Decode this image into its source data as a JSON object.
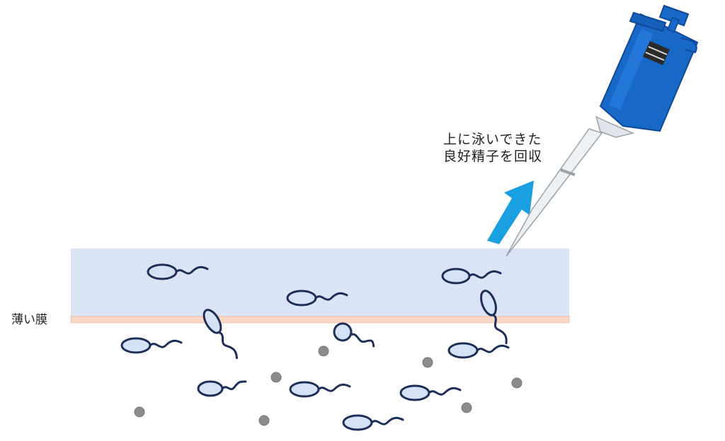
{
  "labels": {
    "membrane": "薄い膜",
    "collect_line1": "上に泳いできた",
    "collect_line2": "良好精子を回収"
  },
  "colors": {
    "upper_layer": "#dbe4f4",
    "membrane": "#f9d8c6",
    "sperm_stroke": "#1d2f57",
    "sperm_head_fill": "#d5e2f6",
    "debris": "#8c8c8c",
    "arrow": "#1aa0e0",
    "pipette_body": "#1868c8",
    "pipette_tip": "#e8ecef"
  },
  "icons": [
    "pipette-icon",
    "up-arrow-icon"
  ]
}
